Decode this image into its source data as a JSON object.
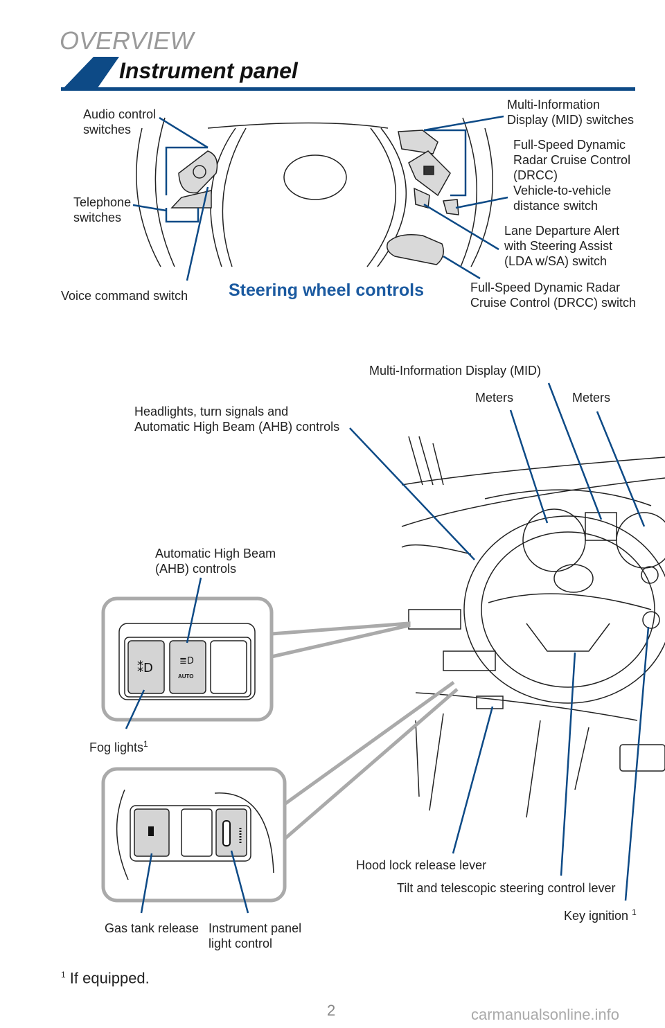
{
  "header": {
    "section": "OVERVIEW",
    "title": "Instrument panel"
  },
  "steering": {
    "caption": "Steering wheel controls",
    "audio": "Audio control\nswitches",
    "telephone": "Telephone\nswitches",
    "voice": "Voice command switch",
    "mid_switches": "Multi-Information\nDisplay (MID) switches",
    "drcc_distance": "Full-Speed Dynamic\nRadar Cruise Control\n(DRCC)\nVehicle-to-vehicle\ndistance switch",
    "lda": "Lane Departure Alert\nwith Steering Assist\n(LDA w/SA) switch",
    "drcc_switch": "Full-Speed Dynamic Radar\nCruise Control (DRCC) switch"
  },
  "dash": {
    "mid": "Multi-Information Display (MID)",
    "meters_left": "Meters",
    "meters_right": "Meters",
    "headlights": "Headlights, turn signals and\nAutomatic High Beam (AHB) controls",
    "ahb": "Automatic High Beam\n(AHB) controls",
    "fog": "Fog lights",
    "fog_sup": "1",
    "hood": "Hood lock release lever",
    "tilt": "Tilt and telescopic steering control lever",
    "key": "Key ignition",
    "key_sup": "1",
    "gas": "Gas tank release",
    "panel_light": "Instrument panel\nlight control",
    "auto_text": "AUTO"
  },
  "footnote": {
    "sup": "1",
    "text": " If equipped."
  },
  "page_number": "2",
  "watermark": "carmanualsonline.info",
  "colors": {
    "accent": "#0d4a86",
    "caption": "#1b5aa0",
    "gray": "#9a9a9a"
  }
}
